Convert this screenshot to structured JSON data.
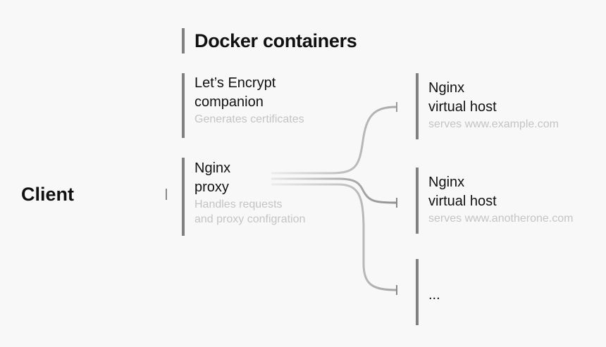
{
  "heading": "Docker containers",
  "client": "Client",
  "nodes": {
    "letsencrypt": {
      "title_line1": "Let’s Encrypt",
      "title_line2": "companion",
      "subtitle_line1": "Generates certificates"
    },
    "proxy": {
      "title_line1": "Nginx",
      "title_line2": "proxy",
      "subtitle_line1": "Handles requests",
      "subtitle_line2": "and proxy configration"
    },
    "vhost1": {
      "title_line1": "Nginx",
      "title_line2": "virtual host",
      "subtitle_line1": "serves www.example.com"
    },
    "vhost2": {
      "title_line1": "Nginx",
      "title_line2": "virtual host",
      "subtitle_line1": "serves www.anotherone.com"
    },
    "more": {
      "title_line1": "..."
    }
  },
  "colors": {
    "background": "#f8f8f8",
    "bar": "#808080",
    "text": "#111111",
    "subtext": "#c4c4c4",
    "connector_light": "#cccccc",
    "connector_dark": "#999999"
  }
}
